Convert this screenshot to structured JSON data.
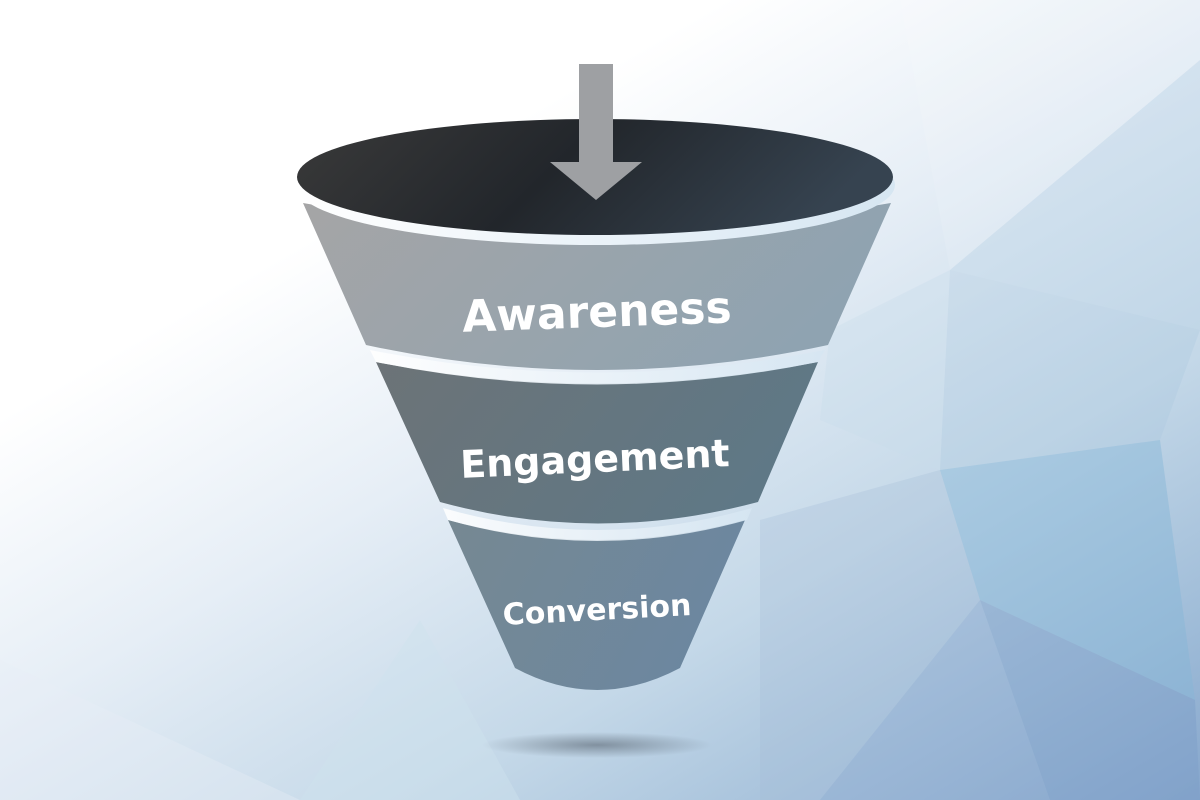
{
  "diagram": {
    "type": "funnel",
    "entry_arrow": "arrow-down-icon",
    "stages": [
      {
        "label": "Awareness",
        "color": "#9aa3ab"
      },
      {
        "label": "Engagement",
        "color": "#66777f"
      },
      {
        "label": "Conversion",
        "color": "#72879a"
      }
    ],
    "top_color": "#2a2d31",
    "arrow_color": "#9ea0a3",
    "background": {
      "style": "low-poly gradient",
      "colors": [
        "#ffffff",
        "#c4d8e8",
        "#86a6cc"
      ]
    }
  }
}
